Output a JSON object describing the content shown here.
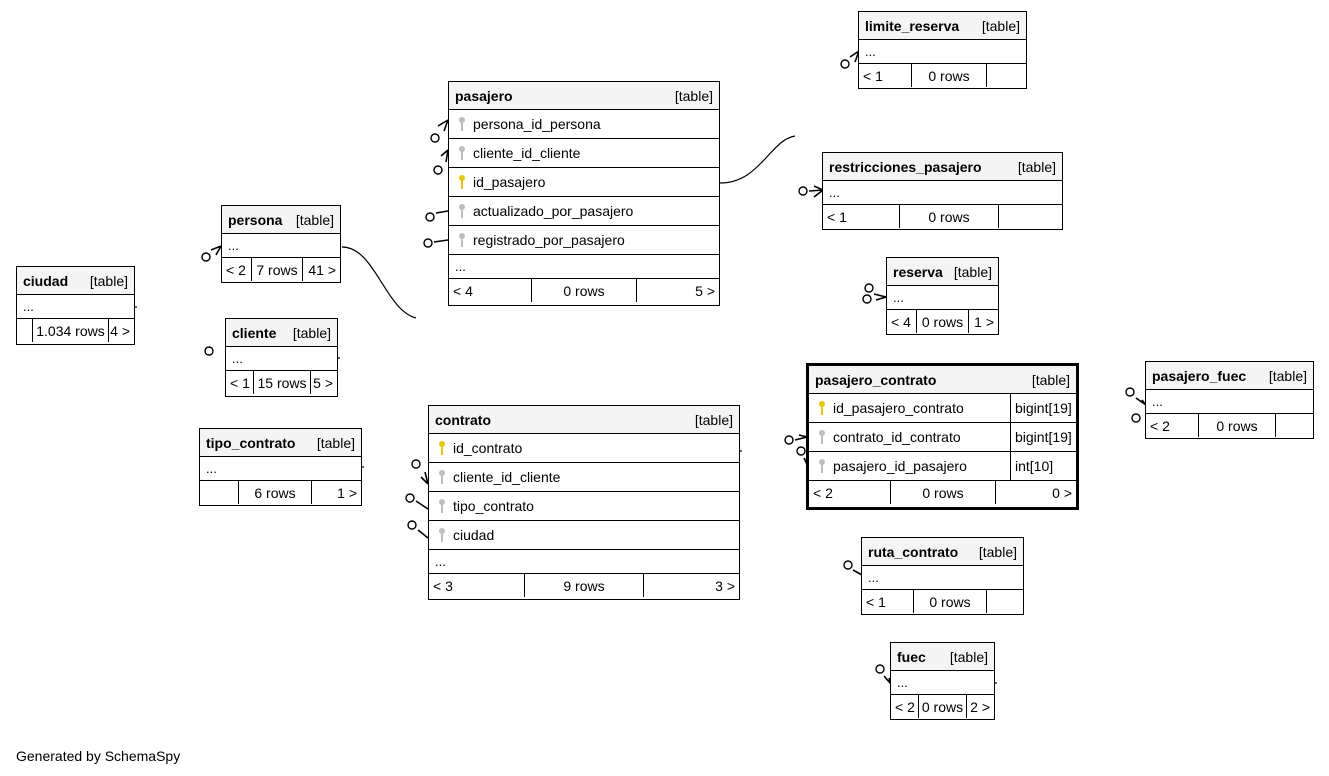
{
  "tag": "[table]",
  "ellipsis": "...",
  "footer": "Generated by SchemaSpy",
  "tables": {
    "ciudad": {
      "name": "ciudad",
      "parents": "",
      "rows": "1.034 rows",
      "children": "4 >"
    },
    "persona": {
      "name": "persona",
      "parents": "< 2",
      "rows": "7 rows",
      "children": "41 >"
    },
    "cliente": {
      "name": "cliente",
      "parents": "< 1",
      "rows": "15 rows",
      "children": "5 >"
    },
    "tipo_contrato": {
      "name": "tipo_contrato",
      "parents": "",
      "rows": "6 rows",
      "children": "1 >"
    },
    "pasajero": {
      "name": "pasajero",
      "columns": [
        "persona_id_persona",
        "cliente_id_cliente",
        "id_pasajero",
        "actualizado_por_pasajero",
        "registrado_por_pasajero"
      ],
      "parents": "< 4",
      "rows": "0 rows",
      "children": "5 >"
    },
    "contrato": {
      "name": "contrato",
      "columns": [
        "id_contrato",
        "cliente_id_cliente",
        "tipo_contrato",
        "ciudad"
      ],
      "parents": "< 3",
      "rows": "9 rows",
      "children": "3 >"
    },
    "limite_reserva": {
      "name": "limite_reserva",
      "parents": "< 1",
      "rows": "0 rows",
      "children": ""
    },
    "restricciones_pasajero": {
      "name": "restricciones_pasajero",
      "parents": "< 1",
      "rows": "0 rows",
      "children": ""
    },
    "reserva": {
      "name": "reserva",
      "parents": "< 4",
      "rows": "0 rows",
      "children": "1 >"
    },
    "pasajero_contrato": {
      "name": "pasajero_contrato",
      "columns": [
        "id_pasajero_contrato",
        "contrato_id_contrato",
        "pasajero_id_pasajero"
      ],
      "types": [
        "bigint[19]",
        "bigint[19]",
        "int[10]"
      ],
      "parents": "< 2",
      "rows": "0 rows",
      "children": "0 >"
    },
    "pasajero_fuec": {
      "name": "pasajero_fuec",
      "parents": "< 2",
      "rows": "0 rows",
      "children": ""
    },
    "ruta_contrato": {
      "name": "ruta_contrato",
      "parents": "< 1",
      "rows": "0 rows",
      "children": ""
    },
    "fuec": {
      "name": "fuec",
      "parents": "< 2",
      "rows": "0 rows",
      "children": "2 >"
    }
  }
}
